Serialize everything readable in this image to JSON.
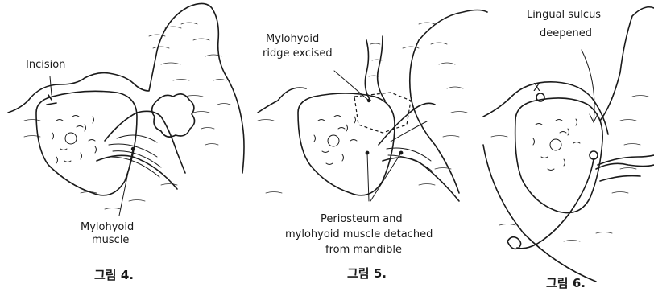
{
  "figures": [
    {
      "caption": "그림 4.",
      "labels": {
        "incision": "Incision",
        "mylohyoid_1": "Mylohyoid",
        "mylohyoid_2": "muscle"
      }
    },
    {
      "caption": "그림 5.",
      "labels": {
        "ridge_1": "Mylohyoid",
        "ridge_2": "ridge excised",
        "peri_1": "Periosteum and",
        "peri_2": "mylohyoid muscle detached",
        "peri_3": "from mandible"
      }
    },
    {
      "caption": "그림 6.",
      "labels": {
        "sulcus_1": "Lingual sulcus",
        "sulcus_2": "deepened",
        "suture": "X"
      }
    }
  ]
}
